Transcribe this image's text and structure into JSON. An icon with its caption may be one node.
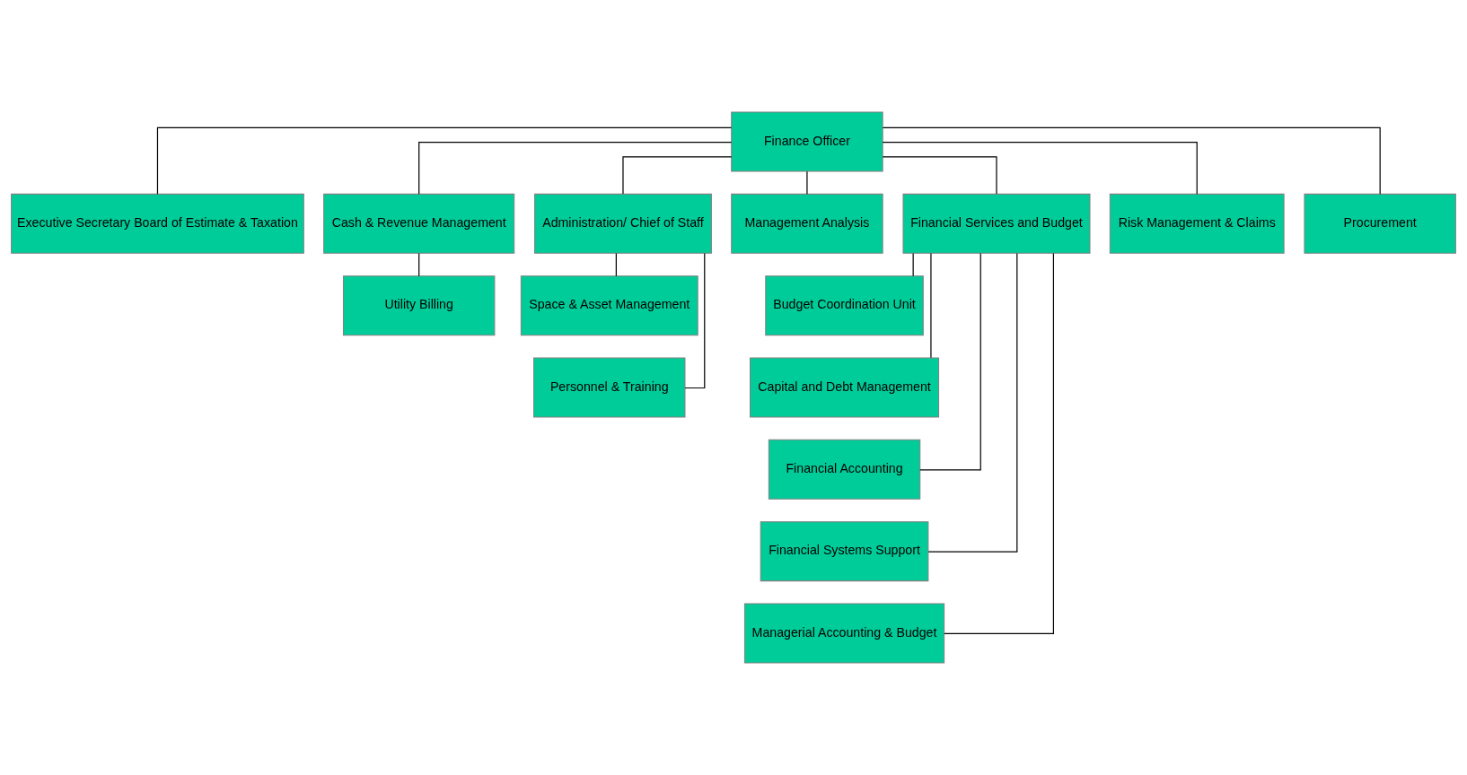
{
  "diagram": {
    "nodes": [
      {
        "text": [
          "Finance Officer"
        ]
      },
      {
        "text": [
          "Executive Secretary Board of Estimate & Taxation"
        ]
      },
      {
        "text": [
          "Cash & Revenue Management"
        ]
      },
      {
        "text": [
          "Administration/ Chief of Staff"
        ]
      },
      {
        "text": [
          "Management Analysis"
        ]
      },
      {
        "text": [
          "Financial Services and Budget"
        ]
      },
      {
        "text": [
          "Risk Management & Claims"
        ]
      },
      {
        "text": [
          "Procurement"
        ]
      },
      {
        "text": [
          "Utility Billing"
        ]
      },
      {
        "text": [
          "Space & Asset Management"
        ]
      },
      {
        "text": [
          "Personnel & Training"
        ]
      },
      {
        "text": [
          "Budget Coordination Unit"
        ]
      },
      {
        "text": [
          "Capital and Debt Management"
        ]
      },
      {
        "text": [
          "Financial Accounting"
        ]
      },
      {
        "text": [
          "Financial Systems Support"
        ]
      },
      {
        "text": [
          "Managerial Accounting & Budget"
        ]
      }
    ],
    "edges": [
      {
        "from": 0,
        "to": 1,
        "arrow": "none"
      },
      {
        "from": 0,
        "to": 2,
        "arrow": "none"
      },
      {
        "from": 0,
        "to": 3,
        "arrow": "none"
      },
      {
        "from": 0,
        "to": 4,
        "arrow": "none"
      },
      {
        "from": 0,
        "to": 5,
        "arrow": "none"
      },
      {
        "from": 0,
        "to": 6,
        "arrow": "none"
      },
      {
        "from": 0,
        "to": 7,
        "arrow": "none"
      },
      {
        "from": 2,
        "to": 8,
        "arrow": "none"
      },
      {
        "from": 3,
        "to": 9,
        "arrow": "none"
      },
      {
        "from": 3,
        "to": 10,
        "arrow": "none"
      },
      {
        "from": 5,
        "to": 11,
        "arrow": "none"
      },
      {
        "from": 5,
        "to": 12,
        "arrow": "none"
      },
      {
        "from": 5,
        "to": 13,
        "arrow": "none"
      },
      {
        "from": 5,
        "to": 14,
        "arrow": "none"
      },
      {
        "from": 5,
        "to": 15,
        "arrow": "none"
      }
    ]
  }
}
